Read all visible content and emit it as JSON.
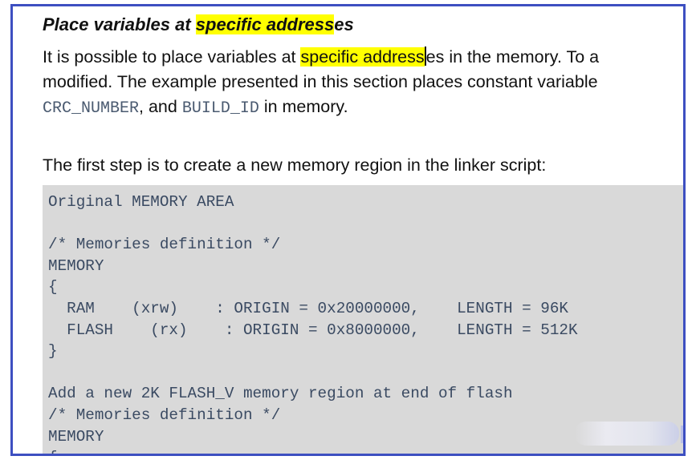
{
  "heading": {
    "pre": "Place variables at ",
    "highlight": "specific address",
    "post": "es"
  },
  "intro": {
    "line1_pre": "It is possible to place variables at ",
    "line1_highlight": "specific address",
    "line1_post": "es in the memory. To a",
    "line2": "modified. The example presented in this section places constant variable",
    "line3_code1": "CRC_NUMBER",
    "line3_mid": ", and ",
    "line3_code2": "BUILD_ID",
    "line3_post": " in memory."
  },
  "step": "The first step is to create a new memory region in the linker script:",
  "code_lines": [
    "Original MEMORY AREA",
    "",
    "/* Memories definition */",
    "MEMORY",
    "{",
    "  RAM    (xrw)    : ORIGIN = 0x20000000,    LENGTH = 96K",
    "  FLASH    (rx)    : ORIGIN = 0x8000000,    LENGTH = 512K",
    "}",
    "",
    "Add a new 2K FLASH_V memory region at end of flash",
    "/* Memories definition */",
    "MEMORY",
    "{"
  ],
  "colors": {
    "frame": "#3d4fc1",
    "highlight": "#ffff00",
    "code_bg": "#d9d9d9"
  }
}
